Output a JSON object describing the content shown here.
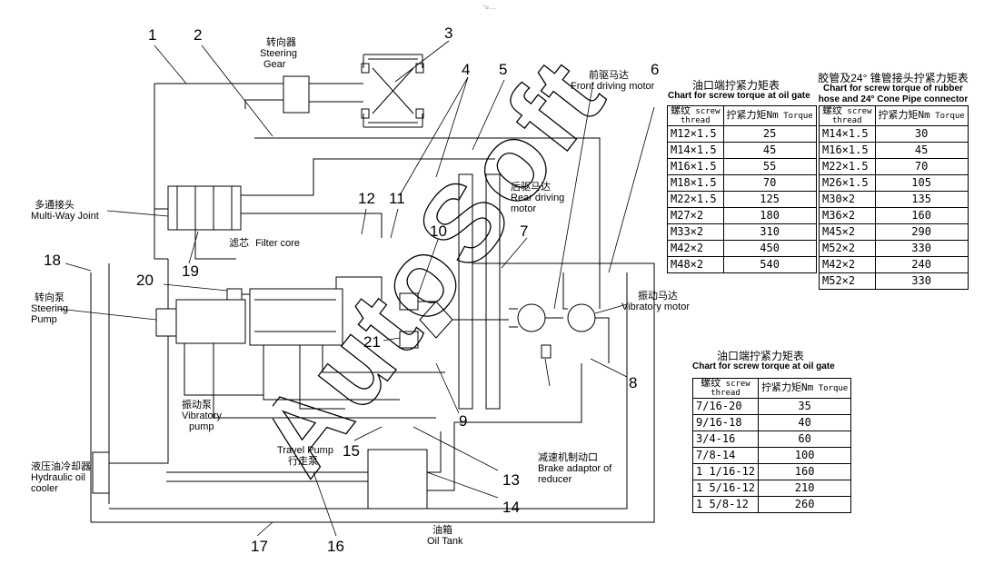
{
  "header_mark": "°u ....",
  "callouts": [
    "1",
    "2",
    "3",
    "4",
    "5",
    "6",
    "7",
    "8",
    "9",
    "10",
    "11",
    "12",
    "13",
    "14",
    "15",
    "16",
    "17",
    "18",
    "19",
    "20",
    "21"
  ],
  "components": {
    "steering_gear": {
      "cn": "转向器",
      "en1": "Steering",
      "en2": "Gear"
    },
    "front_motor": {
      "cn": "前驱马达",
      "en": "Front driving motor"
    },
    "rear_motor": {
      "cn": "后驱马达",
      "en1": "Rear driving",
      "en2": "motor"
    },
    "multi_way": {
      "cn": "多通接头",
      "en": "Multi-Way Joint"
    },
    "filter": {
      "cn": "滤芯",
      "en": "Filter core"
    },
    "steering_pump": {
      "cn": "转向泵",
      "en1": "Steering",
      "en2": "Pump"
    },
    "vibratory_motor": {
      "cn": "振动马达",
      "en": "Vibratory motor"
    },
    "vibratory_pump": {
      "cn": "振动泵",
      "en1": "Vibratory",
      "en2": "pump"
    },
    "travel_pump": {
      "en": "Travel Pump",
      "cn": "行走泵"
    },
    "cooler": {
      "cn": "液压油冷却器",
      "en1": "Hydraulic oil",
      "en2": "cooler"
    },
    "oil_tank": {
      "cn": "油箱",
      "en": "Oil Tank"
    },
    "brake": {
      "cn": "减速机制动口",
      "en1": "Brake adaptor of",
      "en2": "reducer"
    }
  },
  "watermark": "AutoSoft",
  "tables": {
    "oil_gate_metric": {
      "title_cn": "油口端拧紧力矩表",
      "title_en": "Chart for  screw torque at oil gate",
      "headers": {
        "thread_cn": "螺纹",
        "thread_en1": "screw",
        "thread_en2": "thread",
        "torque_cn": "拧紧力矩Nm",
        "torque_en": "Torque"
      },
      "rows": [
        {
          "thread": "M12×1.5",
          "torque": "25"
        },
        {
          "thread": "M14×1.5",
          "torque": "45"
        },
        {
          "thread": "M16×1.5",
          "torque": "55"
        },
        {
          "thread": "M18×1.5",
          "torque": "70"
        },
        {
          "thread": "M22×1.5",
          "torque": "125"
        },
        {
          "thread": "M27×2",
          "torque": "180"
        },
        {
          "thread": "M33×2",
          "torque": "310"
        },
        {
          "thread": "M42×2",
          "torque": "450"
        },
        {
          "thread": "M48×2",
          "torque": "540"
        }
      ]
    },
    "rubber_hose": {
      "title_cn": "胶管及24° 锥管接头拧紧力矩表",
      "title_en1": "Chart for  screw torque of rubber",
      "title_en2": "hose and 24° Cone Pipe connector",
      "headers": {
        "thread_cn": "螺纹",
        "thread_en1": "screw",
        "thread_en2": "thread",
        "torque_cn": "拧紧力矩Nm",
        "torque_en": "Torque"
      },
      "rows": [
        {
          "thread": "M14×1.5",
          "torque": "30"
        },
        {
          "thread": "M16×1.5",
          "torque": "45"
        },
        {
          "thread": "M22×1.5",
          "torque": "70"
        },
        {
          "thread": "M26×1.5",
          "torque": "105"
        },
        {
          "thread": "M30×2",
          "torque": "135"
        },
        {
          "thread": "M36×2",
          "torque": "160"
        },
        {
          "thread": "M45×2",
          "torque": "290"
        },
        {
          "thread": "M52×2",
          "torque": "330"
        },
        {
          "thread": "M42×2",
          "torque": "240"
        },
        {
          "thread": "M52×2",
          "torque": "330"
        }
      ]
    },
    "oil_gate_imperial": {
      "title_cn": "油口端拧紧力矩表",
      "title_en": "Chart for  screw torque at oil gate",
      "headers": {
        "thread_cn": "螺纹",
        "thread_en1": "screw",
        "thread_en2": "thread",
        "torque_cn": "拧紧力矩Nm",
        "torque_en": "Torque"
      },
      "rows": [
        {
          "thread": "7/16-20",
          "torque": "35"
        },
        {
          "thread": "9/16-18",
          "torque": "40"
        },
        {
          "thread": "3/4-16",
          "torque": "60"
        },
        {
          "thread": "7/8-14",
          "torque": "100"
        },
        {
          "thread": "1 1/16-12",
          "torque": "160"
        },
        {
          "thread": "1 5/16-12",
          "torque": "210"
        },
        {
          "thread": "1 5/8-12",
          "torque": "260"
        }
      ]
    }
  }
}
